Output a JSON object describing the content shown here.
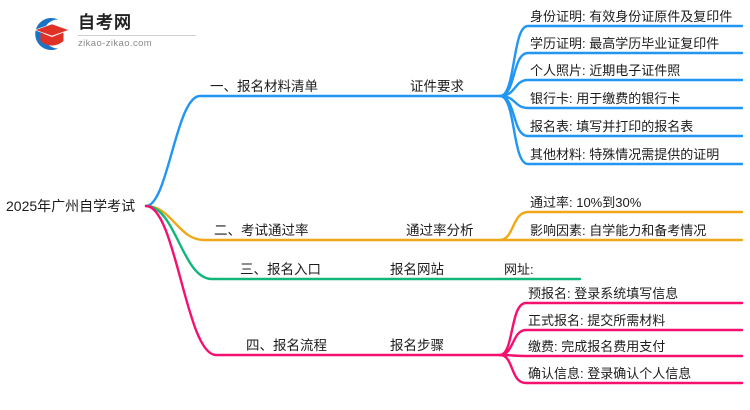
{
  "logo": {
    "name_cn": "自考网",
    "name_en": "zikao-zikao.com",
    "mark_icon": "graduation-cap-icon",
    "colors": {
      "ring": "#1a73c4",
      "cap": "#e03127"
    }
  },
  "mindmap": {
    "root": "2025年广州自学考试",
    "colors": {
      "branch1": "#2196f3",
      "branch2": "#f0a818",
      "branch3": "#12b57a",
      "branch4": "#f50f6e"
    },
    "branches": [
      {
        "id": "branch1",
        "color": "#2196f3",
        "label": "一、报名材料清单",
        "sub": "证件要求",
        "leaves": [
          "身份证明: 有效身份证原件及复印件",
          "学历证明: 最高学历毕业证复印件",
          "个人照片: 近期电子证件照",
          "银行卡: 用于缴费的银行卡",
          "报名表: 填写并打印的报名表",
          "其他材料: 特殊情况需提供的证明"
        ]
      },
      {
        "id": "branch2",
        "color": "#f0a818",
        "label": "二、考试通过率",
        "sub": "通过率分析",
        "leaves": [
          "通过率: 10%到30%",
          "影响因素: 自学能力和备考情况"
        ]
      },
      {
        "id": "branch3",
        "color": "#12b57a",
        "label": "三、报名入口",
        "sub": "报名网站",
        "leaves": [
          "网址:"
        ]
      },
      {
        "id": "branch4",
        "color": "#f50f6e",
        "label": "四、报名流程",
        "sub": "报名步骤",
        "leaves": [
          "预报名: 登录系统填写信息",
          "正式报名: 提交所需材料",
          "缴费: 完成报名费用支付",
          "确认信息: 登录确认个人信息"
        ]
      }
    ]
  }
}
